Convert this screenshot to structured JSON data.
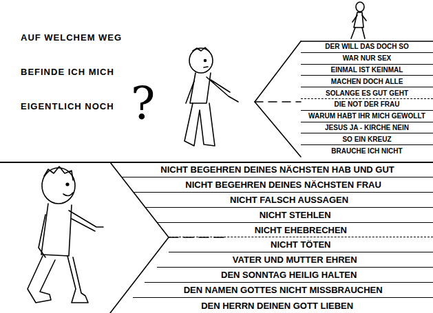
{
  "diagram": {
    "title": "AUF WELCHEM WEG BEFINDE ICH MICH EIGENTLICH NOCH",
    "nodes": [
      {
        "text": [
          "DER WILL DAS DOCH SO"
        ]
      },
      {
        "text": [
          "WAR NUR SEX"
        ]
      },
      {
        "text": [
          "EINMAL IST KEINMAL"
        ]
      },
      {
        "text": [
          "MACHEN DOCH ALLE"
        ]
      },
      {
        "text": [
          "SOLANGE ES GUT GEHT"
        ]
      },
      {
        "text": [
          "DIE NOT DER FRAU"
        ]
      },
      {
        "text": [
          "WARUM HABT IHR MICH GEWOLLT"
        ]
      },
      {
        "text": [
          "JESUS JA - KIRCHE NEIN"
        ]
      },
      {
        "text": [
          "SO EIN KREUZ"
        ]
      },
      {
        "text": [
          "BRAUCHE ICH NICHT"
        ]
      },
      {
        "text": [
          "NICHT BEGEHREN DEINES NÄCHSTEN HAB UND GUT"
        ]
      },
      {
        "text": [
          "NICHT BEGEHREN DEINES NÄCHSTEN FRAU"
        ]
      },
      {
        "text": [
          "NICHT FALSCH AUSSAGEN"
        ]
      },
      {
        "text": [
          "NICHT STEHLEN"
        ]
      },
      {
        "text": [
          "NICHT EHEBRECHEN"
        ]
      },
      {
        "text": [
          "NICHT TÖTEN"
        ]
      },
      {
        "text": [
          "VATER UND MUTTER EHREN"
        ]
      },
      {
        "text": [
          "DEN SONNTAG HEILIG HALTEN"
        ]
      },
      {
        "text": [
          "DEN NAMEN GOTTES NICHT MISSBRAUCHEN"
        ]
      },
      {
        "text": [
          "DEN HERRN DEINEN GOTT LIEBEN"
        ]
      }
    ],
    "labels": [
      "?"
    ]
  }
}
